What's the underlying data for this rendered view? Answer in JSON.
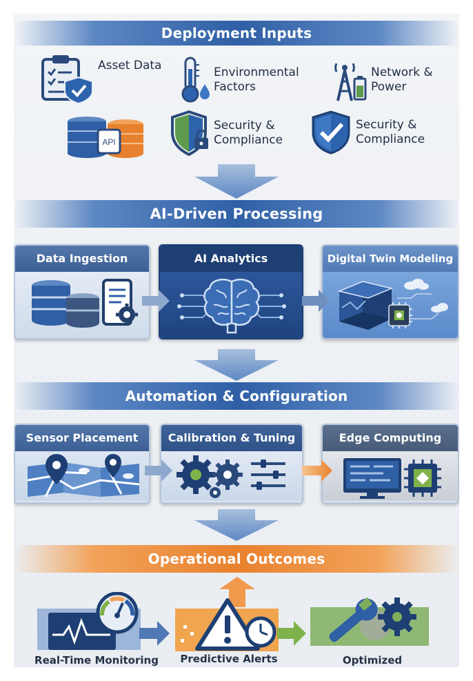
{
  "sections": {
    "inputs": "Deployment Inputs",
    "processing": "AI-Driven Processing",
    "automation": "Automation & Configuration",
    "outcomes": "Operational Outcomes"
  },
  "inputs": [
    {
      "label": "Asset Data",
      "icon": "clipboard-shield-icon"
    },
    {
      "label": "Environmental Factors",
      "icon": "thermometer-icon"
    },
    {
      "label": "Network & Power",
      "icon": "tower-battery-icon"
    },
    {
      "label": "API",
      "icon": "database-api-icon"
    },
    {
      "label": "Security & Compliance",
      "icon": "shield-lock-icon"
    },
    {
      "label": "Security & Compliance",
      "icon": "shield-check-icon"
    }
  ],
  "processing": [
    {
      "title": "Data Ingestion",
      "icon": "database-tablet-icon"
    },
    {
      "title": "AI Analytics",
      "icon": "brain-circuit-icon"
    },
    {
      "title": "Digital Twin Modeling",
      "icon": "cube-chip-icon"
    }
  ],
  "automation": [
    {
      "title": "Sensor Placement",
      "icon": "map-pin-icon"
    },
    {
      "title": "Calibration & Tuning",
      "icon": "gears-sliders-icon"
    },
    {
      "title": "Edge Computing",
      "icon": "monitor-chip-icon"
    }
  ],
  "outcomes": [
    {
      "label": "Real-Time Monitoring",
      "icon": "monitor-gauge-icon"
    },
    {
      "label": "Predictive Alerts",
      "icon": "alert-clock-icon"
    },
    {
      "label": "Optimized Maintenance",
      "icon": "wrench-gear-icon"
    }
  ],
  "colors": {
    "navy": "#1e3f73",
    "blue": "#2f5fa5",
    "orange": "#e8812e",
    "green": "#5f9b4f"
  }
}
